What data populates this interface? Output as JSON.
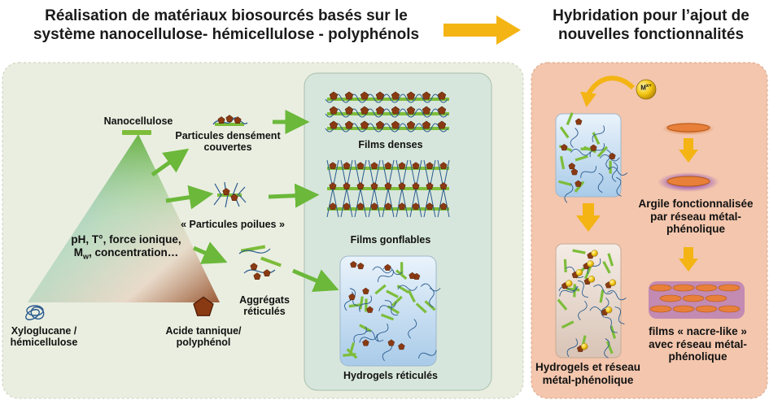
{
  "titles": {
    "left_line1": "Réalisation de matériaux biosourcés basés sur le",
    "left_line2": "système nanocellulose- hémicellulose - polyphénols",
    "right_line1": "Hybridation pour l’ajout de",
    "right_line2": "nouvelles fonctionnalités"
  },
  "triangle": {
    "top": "Nanocellulose",
    "left_line1": "Xyloglucane /",
    "left_line2": "hémicellulose",
    "right_line1": "Acide tannique/",
    "right_line2": "polyphénol",
    "center_line1": "pH, T°, force ionique,",
    "center_line2": "M",
    "center_line2_sub": "w",
    "center_line2_rest": ", concentration…"
  },
  "particles": {
    "dense_line1": "Particules densément",
    "dense_line2": "couvertes",
    "hairy": "« Particules poilues »",
    "agg_line1": "Aggrégats",
    "agg_line2": "réticulés"
  },
  "materials": {
    "dense_films": "Films denses",
    "swell_films": "Films gonflables",
    "hydrogels": "Hydrogels réticulés"
  },
  "hybrid": {
    "metal_ion": "M",
    "metal_ion_sup": "x+",
    "hydrogel_line1": "Hydrogels et réseau",
    "hydrogel_line2": "métal-phénolique",
    "clay_line1": "Argile fonctionnalisée",
    "clay_line2": "par réseau métal-",
    "clay_line3": "phénolique",
    "nacre_line1": "films « nacre-like »",
    "nacre_line2": "avec réseau métal-",
    "nacre_line3": "phénolique"
  },
  "colors": {
    "left_panel_bg": "#eaeee0",
    "right_panel_bg": "#f3c6ad",
    "arrow_yellow": "#f4b414",
    "arrow_green": "#6bb83a",
    "cellulose_green": "#7dbd3a",
    "tannin_brown": "#8a3a12",
    "gel_blue": "#cfe3f5"
  }
}
